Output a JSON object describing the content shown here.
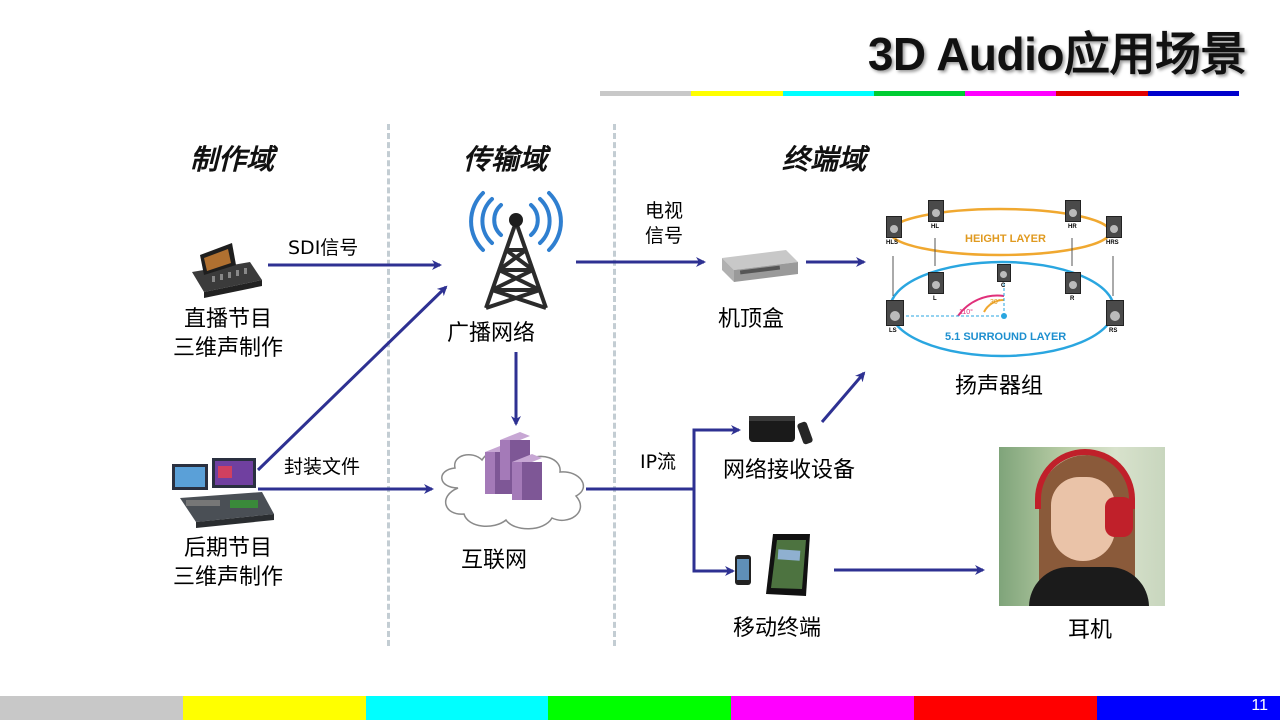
{
  "title": "3D Audio应用场景",
  "page_number": "11",
  "colors": {
    "bar": [
      "#c8c8c8",
      "#ffff00",
      "#00ffff",
      "#00ff00",
      "#ff00ff",
      "#ff0000",
      "#0000ff"
    ],
    "arrow": "#2e3192",
    "separator": "#c3cdd3"
  },
  "domains": {
    "production": "制作域",
    "transmission": "传输域",
    "terminal": "终端域"
  },
  "nodes": {
    "live_production": [
      "直播节目",
      "三维声制作"
    ],
    "post_production": [
      "后期节目",
      "三维声制作"
    ],
    "broadcast_network": "广播网络",
    "internet": "互联网",
    "set_top_box": "机顶盒",
    "network_receiver": "网络接收设备",
    "mobile_terminal": "移动终端",
    "speaker_array": "扬声器组",
    "headphones": "耳机"
  },
  "edge_labels": {
    "sdi": "SDI信号",
    "file": "封装文件",
    "tv_signal": [
      "电视",
      "信号"
    ],
    "ip_stream": "IP流"
  },
  "speaker_diagram": {
    "height_layer": "HEIGHT LAYER",
    "surround_layer": "5.1 SURROUND LAYER",
    "speakers": [
      "HLS",
      "HL",
      "HR",
      "HRS",
      "L",
      "C",
      "R",
      "LS",
      "RS"
    ],
    "angles": [
      "110°",
      "30°"
    ]
  },
  "icons": [
    "mixing-console-icon",
    "editing-workstation-icon",
    "broadcast-tower-icon",
    "server-cloud-icon",
    "set-top-box-icon",
    "network-receiver-icon",
    "smartphone-icon",
    "tablet-icon",
    "speaker-icon",
    "headphone-person-photo"
  ]
}
